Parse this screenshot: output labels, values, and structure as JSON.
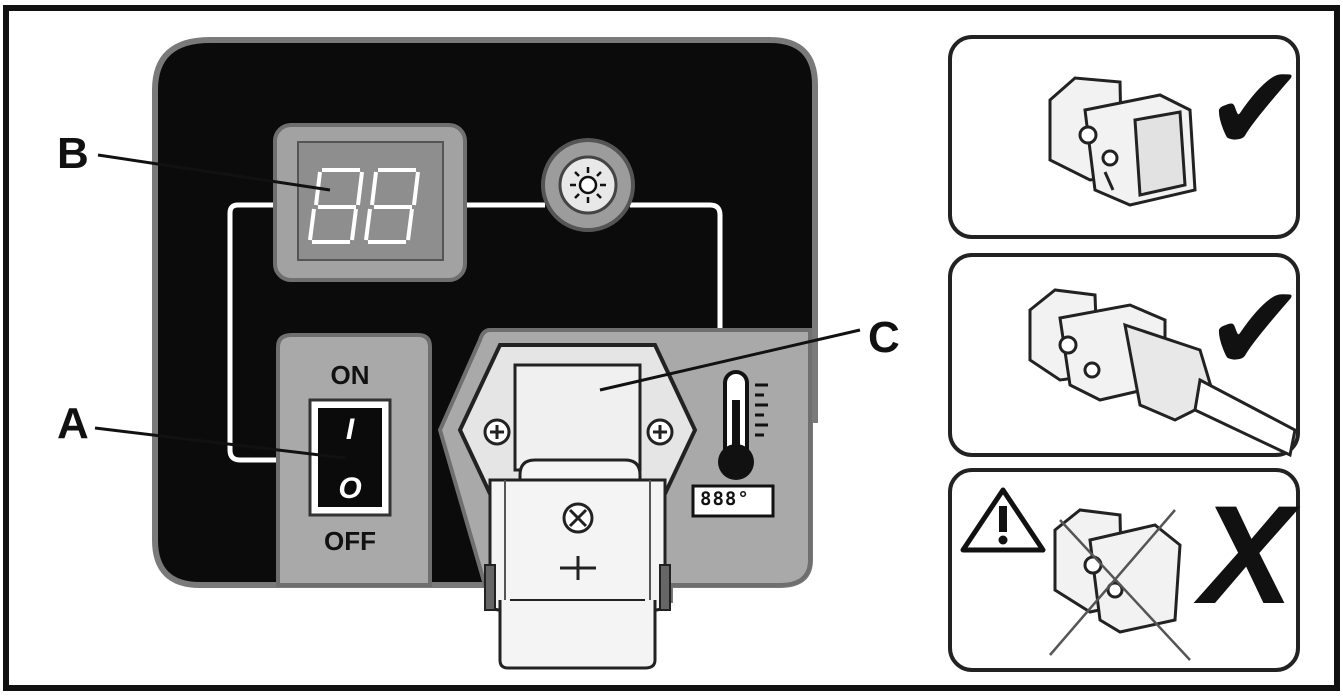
{
  "callouts": {
    "a": "A",
    "b": "B",
    "c": "C"
  },
  "switch": {
    "on_label": "ON",
    "off_label": "OFF",
    "on_glyph": "I",
    "off_glyph": "O"
  },
  "thermo_display": "888°",
  "checks": {
    "ok1": "✔",
    "ok2": "✔",
    "bad": "X"
  },
  "colors": {
    "panel_black": "#0b0b0b",
    "panel_grey": "#a9a9a9",
    "display_grey": "#9e9e9e",
    "outline": "#222222"
  }
}
